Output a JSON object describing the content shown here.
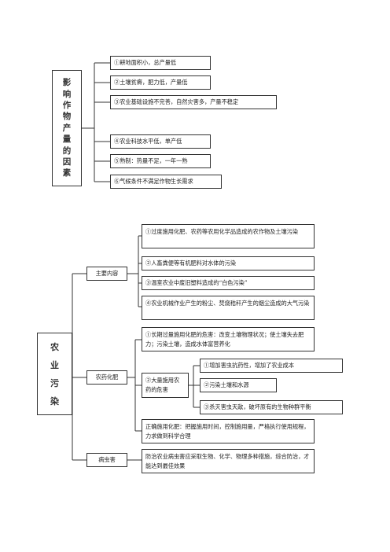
{
  "diagram1": {
    "title_chars": [
      "影",
      "响",
      "作",
      "物",
      "产",
      "量",
      "的",
      "因",
      "素"
    ],
    "items": [
      "①耕地面积小，总产量低",
      "②土壤贫瘠，肥力低，产量低",
      "③农业基础设施不完善，自然灾害多，产量不稳定",
      "④农业科技水平低，单产低",
      "⑤熟制：热量不足，一年一熟",
      "⑥气候条件不满足作物生长需求"
    ]
  },
  "diagram2": {
    "title_chars": [
      "农",
      "业",
      "污",
      "染"
    ],
    "main_content": {
      "label": "主要内容",
      "items": [
        "①过度施用化肥、农药等农用化学品造成的农作物及土壤污染",
        "②人畜粪便等有机肥料对水体的污染",
        "③温室农业中废旧塑料造成的“白色污染”",
        "④农业机械作业产生的粉尘、焚烧秸秆产生的烟尘造成的大气污染"
      ]
    },
    "fertilizer": {
      "label": "农药化肥",
      "item1": "①长期过量施用化肥的危害：改变土壤物理状况；使土壤失去肥力；污染土壤，造成水体富营养化",
      "item2_label": "②大量施用农药的危害",
      "item2_sub": [
        "①增加害虫抗药性，增加了农业成本",
        "②污染土壤和水源",
        "③杀灭害虫天敌，破坏原有的生物种群平衡"
      ],
      "item3": "正确施用化肥：把握施用时间，控制施用量，严格执行使用规程，力求做到科学合理"
    },
    "pests": {
      "label": "病虫害",
      "text": "防治农业病虫害应采取生物、化学、物理多种措施，综合防治，才能达到最佳效果"
    }
  }
}
